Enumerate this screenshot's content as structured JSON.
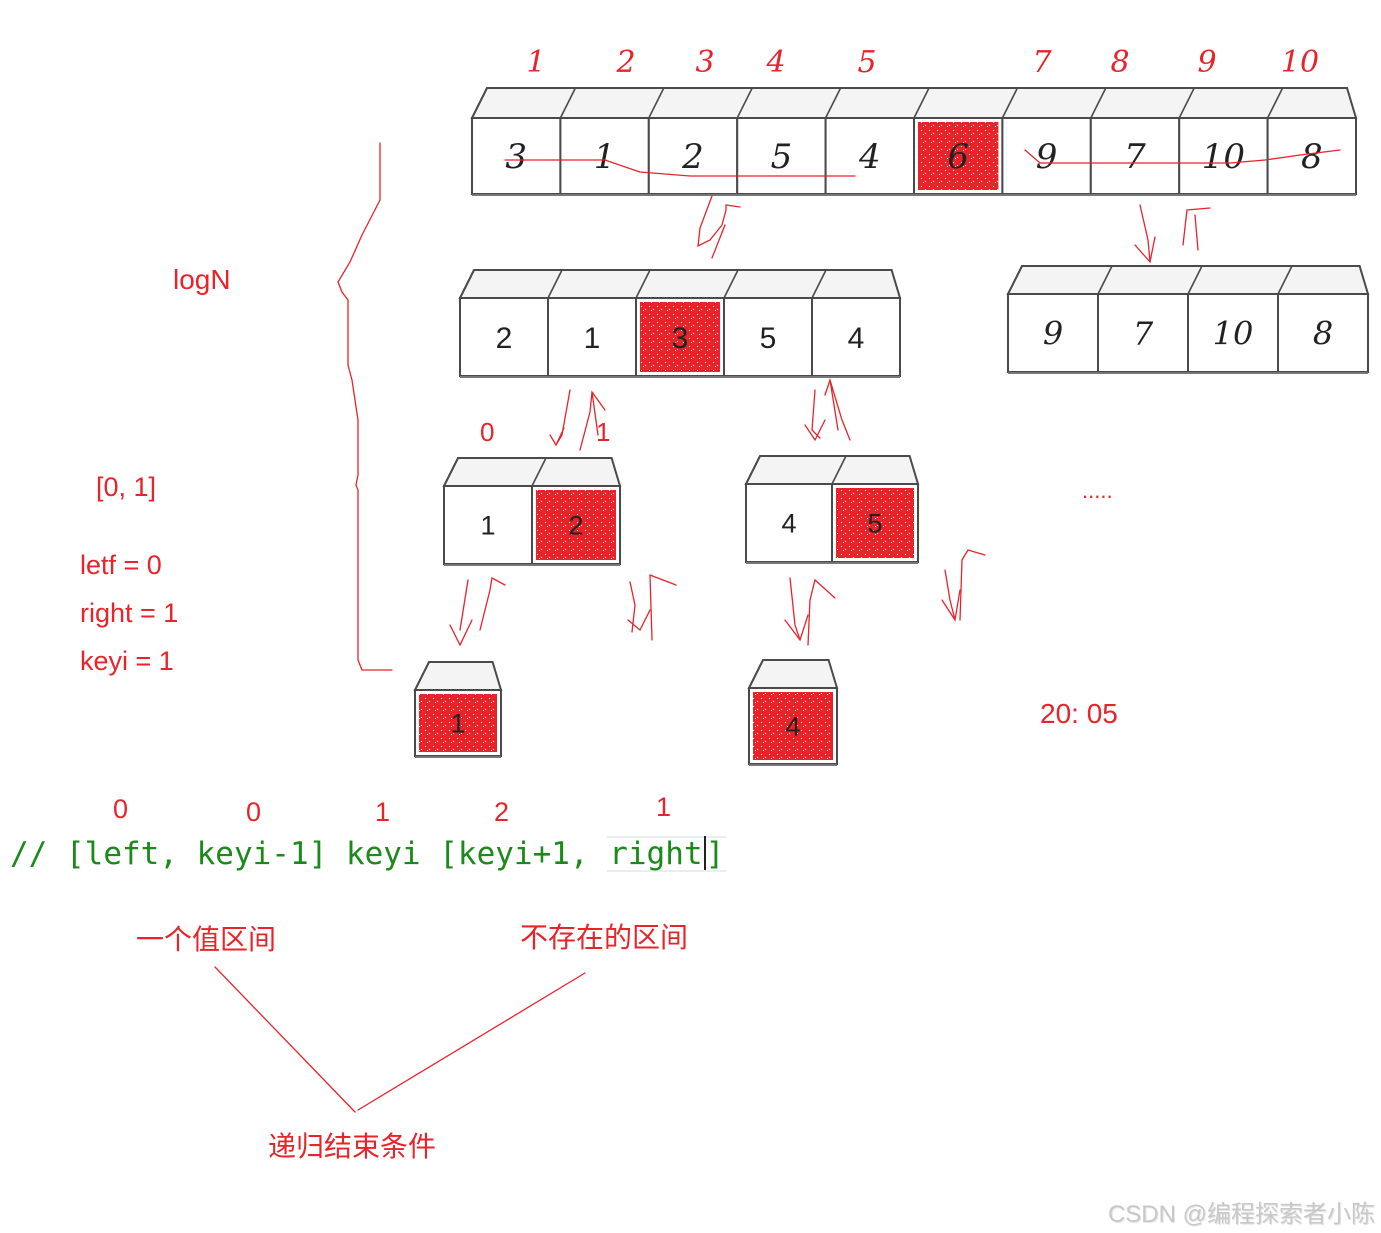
{
  "colors": {
    "annotation_red": "#e8232a",
    "code_green": "#1a8a1a",
    "box_fill": "#ffffff",
    "box_border": "#4a4a4a",
    "box_top": "#f4f4f4",
    "watermark": "#c8c8c8"
  },
  "index_labels": [
    "1",
    "2",
    "3",
    "4",
    "5",
    "7",
    "8",
    "9",
    "10"
  ],
  "arrays": {
    "level0": {
      "values": [
        "3",
        "1",
        "2",
        "5",
        "4",
        "6",
        "9",
        "7",
        "10",
        "8"
      ],
      "pivot_index": 5
    },
    "level1_left": {
      "values": [
        "2",
        "1",
        "3",
        "5",
        "4"
      ],
      "pivot_index": 2
    },
    "level1_right": {
      "values": [
        "9",
        "7",
        "10",
        "8"
      ],
      "pivot_index": -1
    },
    "level2_left": {
      "values": [
        "1",
        "2"
      ],
      "pivot_index": 1
    },
    "level2_right": {
      "values": [
        "4",
        "5"
      ],
      "pivot_index": 1
    },
    "level3_left": {
      "values": [
        "1"
      ],
      "pivot_index": 0
    },
    "level3_right": {
      "values": [
        "4"
      ],
      "pivot_index": 0
    }
  },
  "annotations": {
    "depth_label": "logN",
    "interval": "[0, 1]",
    "left_assign": "letf = 0",
    "right_assign": "right = 1",
    "keyi_assign": "keyi = 1",
    "sub_index_0": "0",
    "sub_index_1": "1",
    "ellipsis": ".....",
    "timestamp": "20: 05",
    "one_value_interval": "一个值区间",
    "nonexistent_interval": "不存在的区间",
    "recursion_end": "递归结束条件"
  },
  "code_line": {
    "prefix": "// [left, keyi-1] keyi [keyi+1, ",
    "highlight": "right",
    "suffix": "]",
    "values_above": [
      "0",
      "0",
      "1",
      "2",
      "1"
    ]
  },
  "watermark": "CSDN @编程探索者小陈"
}
